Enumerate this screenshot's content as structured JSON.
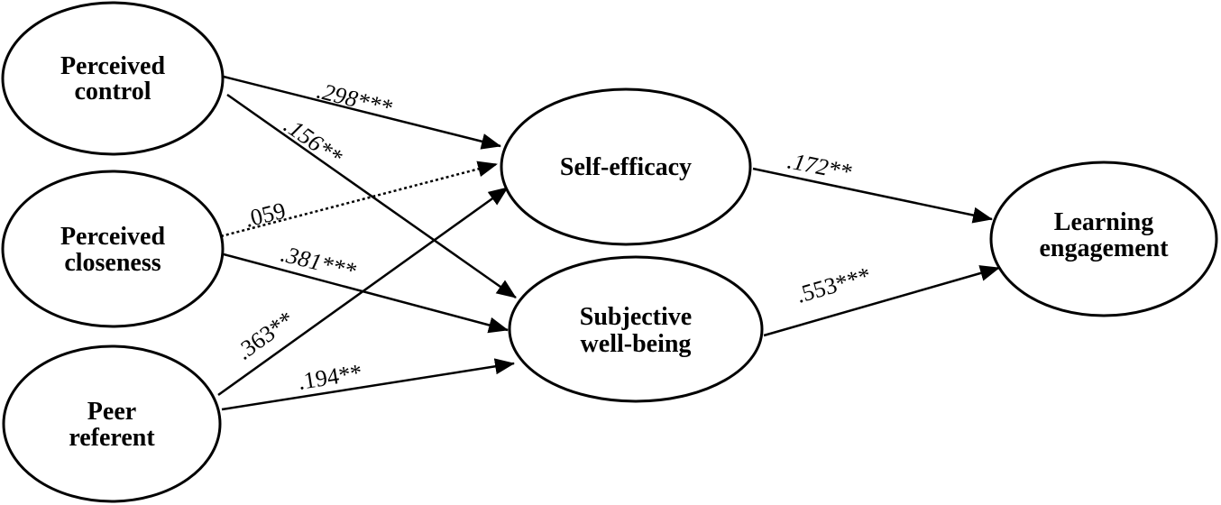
{
  "nodes": {
    "perceived_control": {
      "line1": "Perceived",
      "line2": "control"
    },
    "perceived_closeness": {
      "line1": "Perceived",
      "line2": "closeness"
    },
    "peer_referent": {
      "line1": "Peer",
      "line2": "referent"
    },
    "self_efficacy": {
      "line1": "Self-efficacy"
    },
    "subjective_wellbeing": {
      "line1": "Subjective",
      "line2": "well-being"
    },
    "learning_engagement": {
      "line1": "Learning",
      "line2": "engagement"
    }
  },
  "paths": {
    "control_to_efficacy": ".298***",
    "control_to_wellbeing": ".156**",
    "closeness_to_efficacy": ".059",
    "closeness_to_wellbeing": ".381***",
    "peer_to_efficacy": ".363**",
    "peer_to_wellbeing": ".194**",
    "efficacy_to_engagement": ".172**",
    "wellbeing_to_engagement": ".553***"
  }
}
